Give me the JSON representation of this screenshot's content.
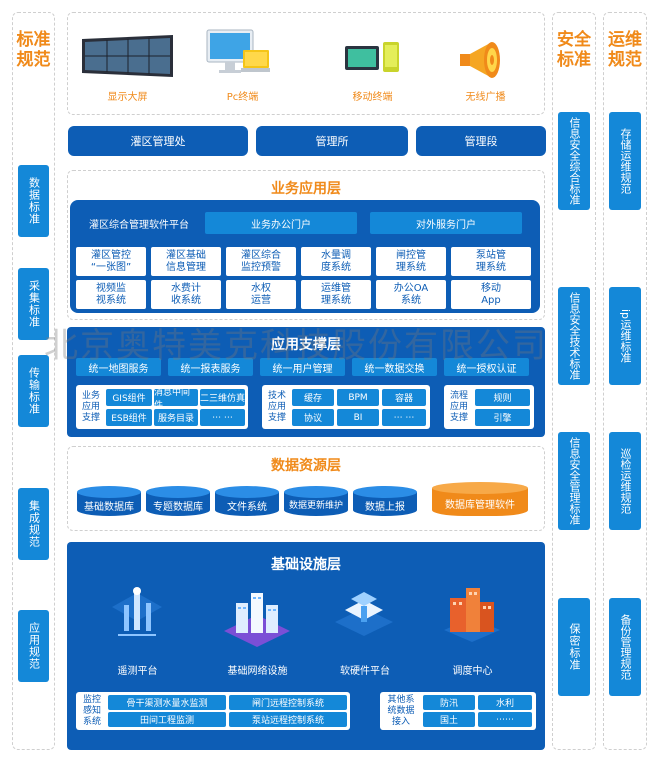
{
  "left": {
    "title": "标准规范",
    "items": [
      "数据标准",
      "采集标准",
      "传输标准",
      "集成规范",
      "应用规范"
    ]
  },
  "security": {
    "title": "安全标准",
    "items": [
      "信息安全综合标准",
      "信息安全技术标准",
      "信息安全管理标准",
      "保密标准"
    ]
  },
  "ops": {
    "title": "运维规范",
    "items": [
      "存储运维规范",
      "ip运维标准",
      "巡检运维规范",
      "备份管理规范"
    ]
  },
  "devices": [
    "显示大屏",
    "Pc终端",
    "移动终端",
    "无线广播"
  ],
  "mgmt": [
    "灌区管理处",
    "管理所",
    "管理段"
  ],
  "business": {
    "title": "业务应用层",
    "platform": "灌区综合管理软件平台",
    "portals": [
      "业务办公门户",
      "对外服务门户"
    ],
    "row1": [
      "灌区管控\n“一张图”",
      "灌区基础\n信息管理",
      "灌区综合\n监控预警",
      "水量调\n度系统",
      "闸控管\n理系统",
      "泵站管\n理系统"
    ],
    "row2": [
      "视频监\n视系统",
      "水费计\n收系统",
      "水权\n运营",
      "运维管\n理系统",
      "办公OA\n系统",
      "移动\nApp"
    ]
  },
  "support": {
    "title": "应用支撑层",
    "services": [
      "统一地图服务",
      "统一报表服务",
      "统一用户管理",
      "统一数据交换",
      "统一授权认证"
    ],
    "biz_label": "业务\n应用\n支撑",
    "biz_items": [
      "GIS组件",
      "消息中间件",
      "二三维仿真",
      "ESB组件",
      "服务目录",
      "⋯ ⋯"
    ],
    "tech_label": "技术\n应用\n支撑",
    "tech_items": [
      "缓存",
      "BPM",
      "容器",
      "协议",
      "BI",
      "⋯ ⋯"
    ],
    "flow_label": "流程\n应用\n支撑",
    "flow_items": [
      "规则",
      "引擎"
    ]
  },
  "data": {
    "title": "数据资源层",
    "dbs": [
      "基础数据库",
      "专题数据库",
      "文件系统",
      "数据更新维护",
      "数据上报"
    ],
    "software": "数据库管理软件"
  },
  "infra": {
    "title": "基础设施层",
    "items": [
      "遥测平台",
      "基础网络设施",
      "软硬件平台",
      "调度中心"
    ],
    "monitor_label": "监控\n感知\n系统",
    "monitor_items": [
      "骨干渠测水量水监测",
      "闸门远程控制系统",
      "田间工程监测",
      "泵站远程控制系统"
    ],
    "other_label": "其他系\n统数据\n接入",
    "other_items": [
      "防汛",
      "水利",
      "国土",
      "⋯⋯"
    ]
  },
  "watermark": "北京奥特美克科技股份有限公司"
}
